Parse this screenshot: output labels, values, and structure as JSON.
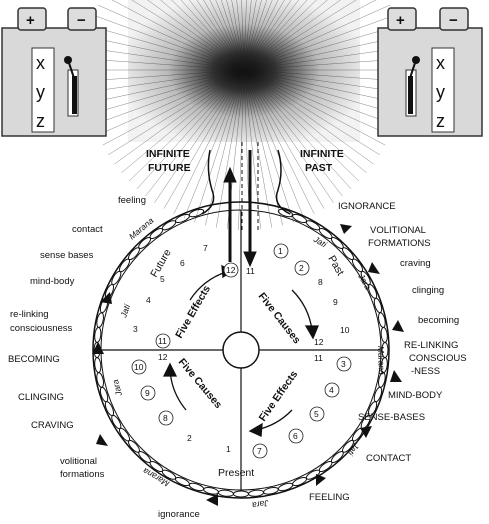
{
  "top_labels": {
    "infinite_future": [
      "INFINITE",
      "FUTURE"
    ],
    "infinite_past": [
      "INFINITE",
      "PAST"
    ]
  },
  "battery_left": {
    "plus": "+",
    "minus": "−",
    "letters": [
      "x",
      "y",
      "z"
    ]
  },
  "battery_right": {
    "plus": "+",
    "minus": "−",
    "letters": [
      "x",
      "y",
      "z"
    ]
  },
  "left_labels": [
    "feeling",
    "contact",
    "sense bases",
    "mind-body",
    "re-linking",
    "consciousness",
    "BECOMING",
    "CLINGING",
    "CRAVING",
    "volitional",
    "formations",
    "ignorance"
  ],
  "right_labels": [
    "IGNORANCE",
    "VOLITIONAL",
    "FORMATIONS",
    "craving",
    "clinging",
    "becoming",
    "RE-LINKING",
    "CONSCIOUS",
    "-NESS",
    "MIND-BODY",
    "SENSE-BASES",
    "CONTACT",
    "FEELING"
  ],
  "quadrants": {
    "future": "Future",
    "past": "Past",
    "present": "Present",
    "five_effects_top": "Five Effects",
    "five_causes_top": "Five Causes",
    "five_causes_bottom": "Five Causes",
    "five_effects_bottom": "Five Effects"
  },
  "ring_words": {
    "jati_right": "Jati",
    "jara_right": "Jara",
    "marana_right": "Marana",
    "jati_bottom": "Jati",
    "jara_bottom": "Jara",
    "marana_left": "Marana",
    "jara_left": "Jara",
    "jati_left": "Jati",
    "marana_top": "Marana",
    "jara_top_left": "Jara"
  },
  "numbers": {
    "n7": "7",
    "n6": "6",
    "n5": "5",
    "n4": "4",
    "n3": "3",
    "n12_top": "12",
    "n11_top": "11",
    "n1_c": "1",
    "n2_c": "2",
    "n8": "8",
    "n9": "9",
    "n10": "10",
    "n11_left": "11",
    "n12_left": "12",
    "n10_c": "10",
    "n9_c": "9",
    "n8_c": "8",
    "n2": "2",
    "n1": "1",
    "n7_c": "7",
    "n6_c": "6",
    "n5_c": "5",
    "n4_c": "4",
    "n3_c": "3",
    "n12_right": "12",
    "n11_right": "11"
  }
}
